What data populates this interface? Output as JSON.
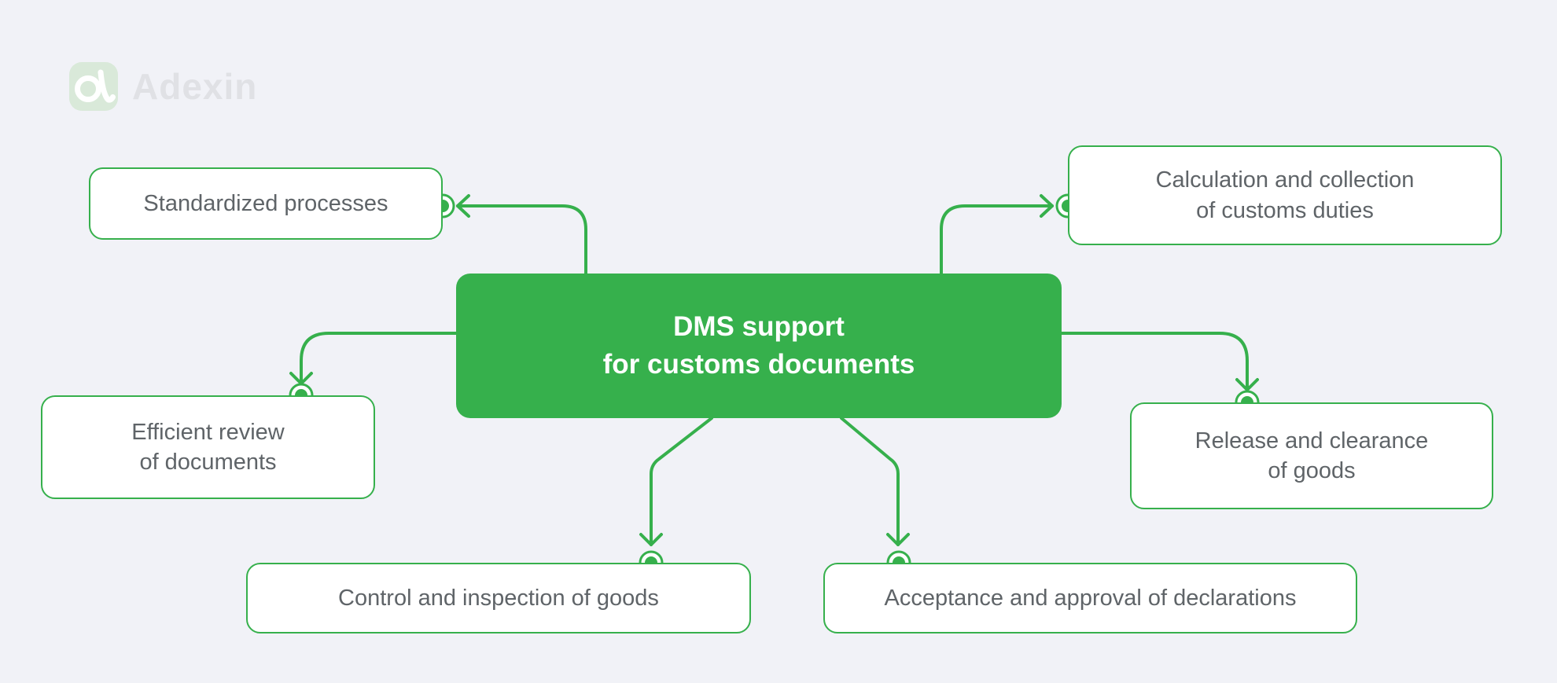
{
  "brand": {
    "name": "Adexin"
  },
  "center": {
    "line1": "DMS support",
    "line2": "for customs documents"
  },
  "boxes": {
    "standardized": {
      "line1": "Standardized processes"
    },
    "calculation": {
      "line1": "Calculation and collection",
      "line2": "of customs duties"
    },
    "efficient": {
      "line1": "Efficient review",
      "line2": "of documents"
    },
    "release": {
      "line1": "Release and clearance",
      "line2": "of goods"
    },
    "control": {
      "line1": "Control and inspection of goods"
    },
    "acceptance": {
      "line1": "Acceptance and approval of declarations"
    }
  },
  "colors": {
    "accent_green": "#36b04c",
    "pale_green": "#d9e9d9",
    "bg": "#f1f2f7",
    "label_gray": "#5f6468",
    "brand_gray": "#e0e1e5"
  }
}
